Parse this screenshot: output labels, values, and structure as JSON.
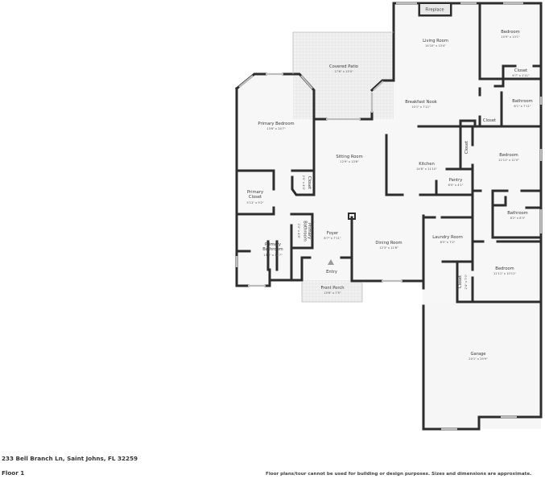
{
  "footer": {
    "address": "233 Bell Branch Ln, Saint Johns, FL 32259",
    "floor": "Floor 1",
    "disclaimer": "Floor plans/tour cannot be used for building or design purposes. Sizes and dimensions are approximate."
  },
  "rooms": {
    "fireplace": {
      "name": "Fireplace"
    },
    "living_room": {
      "name": "Living Room",
      "dim": "14'10\" x 13'4\""
    },
    "bedroom_ne": {
      "name": "Bedroom",
      "dim": "10'9\" x 13'1\""
    },
    "closet_ne": {
      "name": "Closet",
      "dim": "6'7\" x 1'11\""
    },
    "bathroom_ne": {
      "name": "Bathroom",
      "dim": "6'1\" x 7'11\""
    },
    "closet_hall": {
      "name": "Closet"
    },
    "covered_patio": {
      "name": "Covered Patio",
      "dim": "17'6\" x 15'0\""
    },
    "breakfast_nook": {
      "name": "Breakfast Nook",
      "dim": "10'1\" x 7'11\""
    },
    "primary_bedroom": {
      "name": "Primary Bedroom",
      "dim": "13'6\" x 24'7\""
    },
    "sitting_room": {
      "name": "Sitting Room",
      "dim": "12'9\" x 13'6\""
    },
    "kitchen": {
      "name": "Kitchen",
      "dim": "14'8\" x 11'10\""
    },
    "closet_kitchen": {
      "name": "Closet"
    },
    "bedroom_e": {
      "name": "Bedroom",
      "dim": "11'11\" x 11'0\""
    },
    "pantry": {
      "name": "Pantry",
      "dim": "6'0\" x 4'1\""
    },
    "closet_primary_bed": {
      "name": "Closet",
      "dim": "2'9\" x 4'0\""
    },
    "primary_closet": {
      "name": "Primary Closet",
      "dim": "5'11\" x 9'2\""
    },
    "bathroom_e": {
      "name": "Bathroom",
      "dim": "8'2\" x 8'3\""
    },
    "primary_bathroom_small": {
      "name": "Primary Bathroom",
      "dim": "2'2\" x 4'8\""
    },
    "foyer": {
      "name": "Foyer",
      "dim": "8'7\" x 7'11\""
    },
    "primary_bathroom": {
      "name": "Primary Bathroom",
      "dim": "13'8\" x 12'7\""
    },
    "dining_room": {
      "name": "Dining Room",
      "dim": "12'3\" x 11'6\""
    },
    "laundry_room": {
      "name": "Laundry Room",
      "dim": "8'5\" x 7'2\""
    },
    "bedroom_se": {
      "name": "Bedroom",
      "dim": "11'11\" x 10'11\""
    },
    "closet_se": {
      "name": "Closet",
      "dim": "2'4\" x 7'0\""
    },
    "entry": {
      "name": "Entry"
    },
    "front_porch": {
      "name": "Front Porch",
      "dim": "10'8\" x 7'5\""
    },
    "garage": {
      "name": "Garage",
      "dim": "20'1\" x 29'9\""
    }
  },
  "colors": {
    "wall": "#2d2d2d",
    "floor": "#f5f5f5",
    "patio": "#ededed",
    "window": "#bdbdbd",
    "text": "#3a3a3a"
  }
}
